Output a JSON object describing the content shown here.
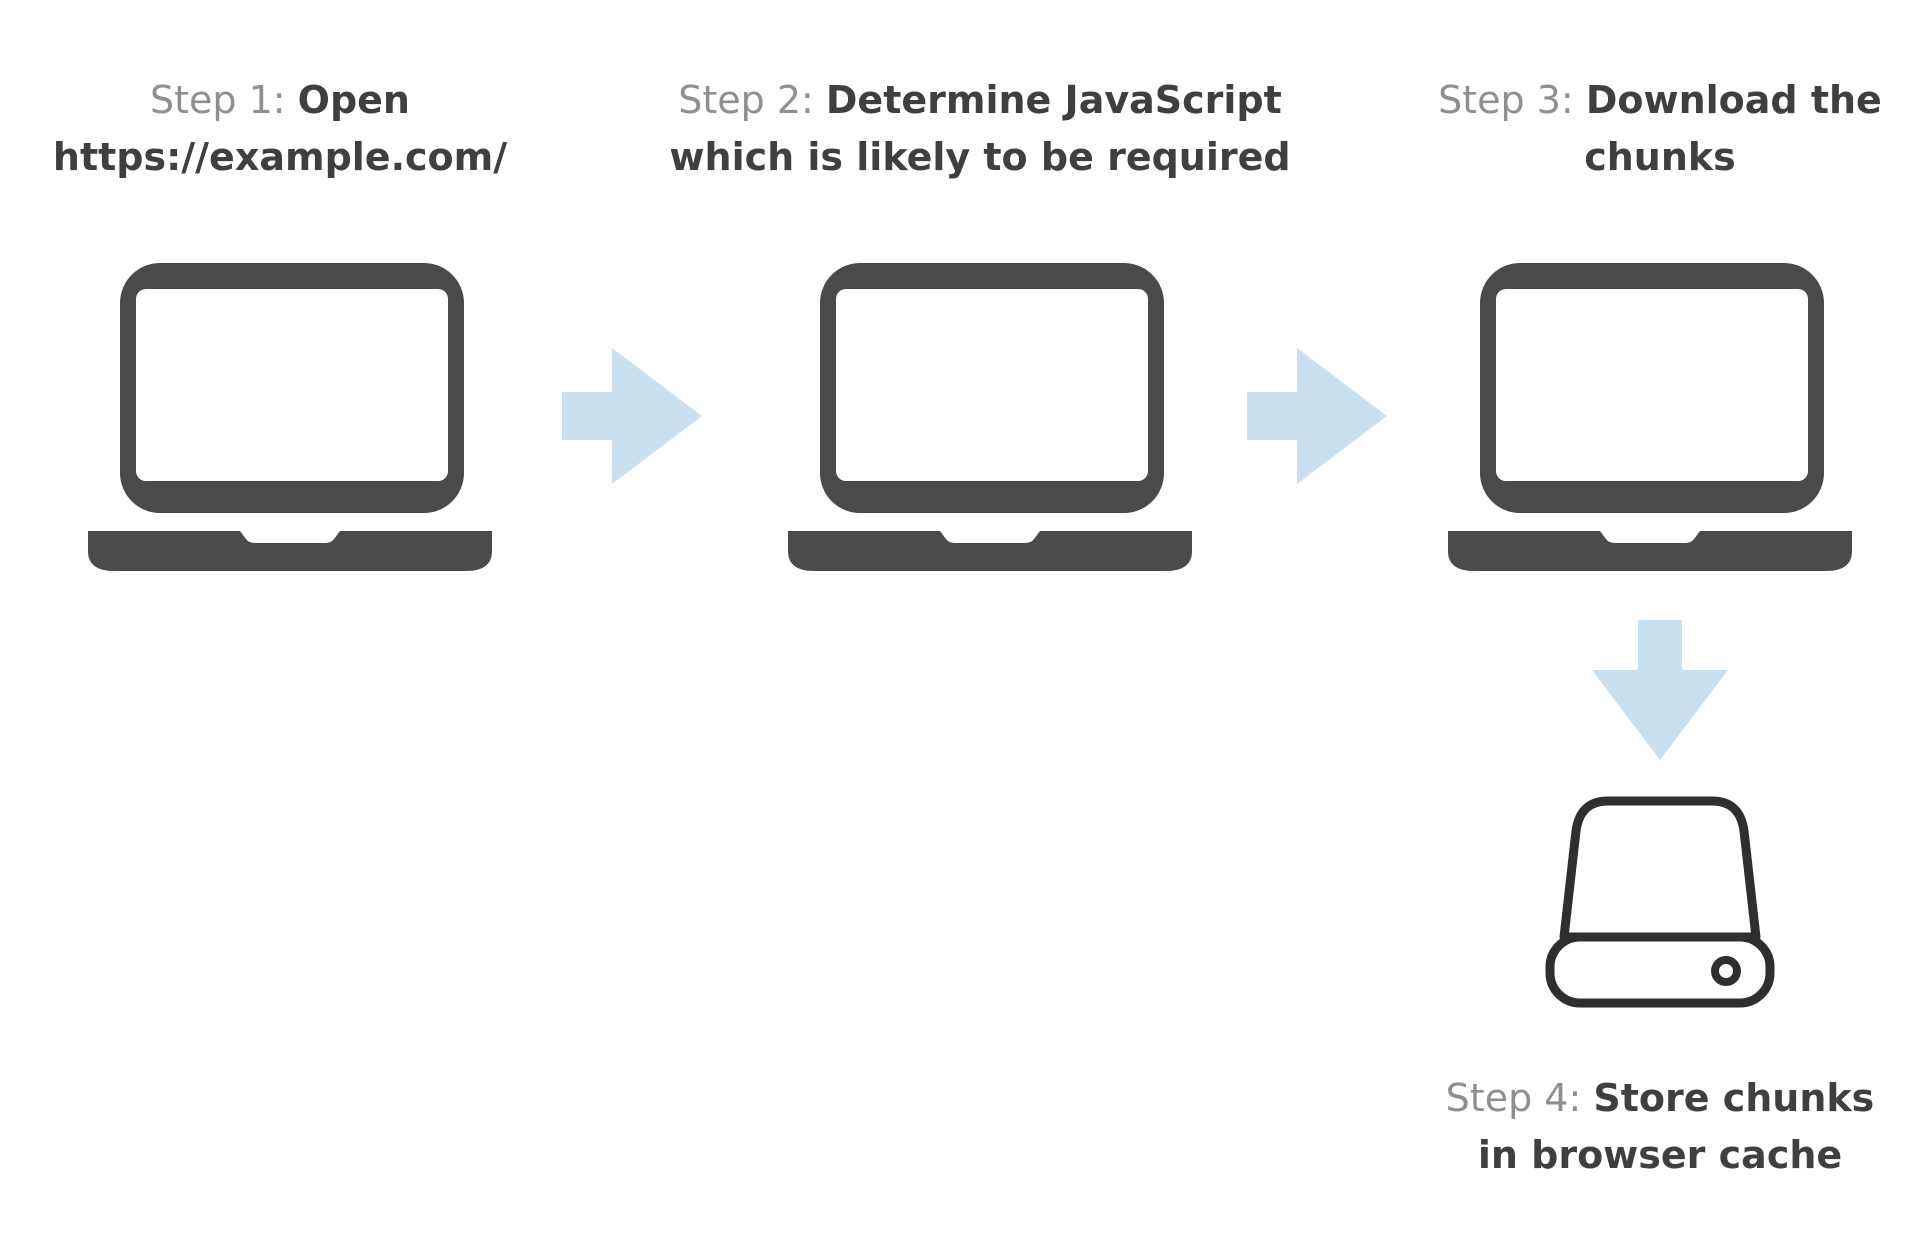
{
  "steps": [
    {
      "prefix": "Step 1: ",
      "title_lines": [
        "Open",
        "https://example.com/"
      ]
    },
    {
      "prefix": "Step 2: ",
      "title_lines": [
        "Determine JavaScript",
        "which is likely to be required"
      ]
    },
    {
      "prefix": "Step 3: ",
      "title_lines": [
        "Download the",
        "chunks"
      ]
    },
    {
      "prefix": "Step 4: ",
      "title_lines": [
        "Store chunks",
        "in browser cache"
      ]
    }
  ],
  "icons": {
    "laptop": "laptop-icon",
    "arrow_right": "arrow-right-icon",
    "arrow_down": "arrow-down-icon",
    "drive": "hard-drive-icon"
  },
  "colors": {
    "icon": "#4a4a4a",
    "arrow": "#c9e0f1",
    "prefix_text": "#8f8f8f",
    "title_text": "#3f3f3f",
    "background": "#ffffff"
  }
}
